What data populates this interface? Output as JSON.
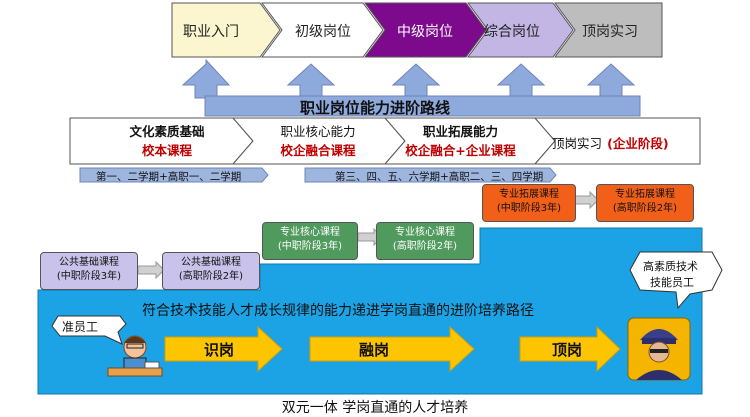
{
  "career_path": {
    "steps": [
      "职业入门",
      "初级岗位",
      "中级岗位",
      "综合岗位",
      "顶岗实习"
    ],
    "title": "职业岗位能力进阶路线"
  },
  "stages": [
    {
      "line1": "文化素质基础",
      "line2": "校本课程"
    },
    {
      "line1": "职业核心能力",
      "line2": "校企融合课程"
    },
    {
      "line1": "职业拓展能力",
      "line2": "校企融合+企业课程"
    },
    {
      "line1": "顶岗实习",
      "line2": "(企业阶段)"
    }
  ],
  "terms": {
    "left": "第一、二学期+高职一、二学期",
    "right": "第三、四、五、六学期+高职二、三、四学期"
  },
  "courses": {
    "public_basic_sec": {
      "name": "公共基础课程",
      "stage": "(中职阶段3年)"
    },
    "public_basic_high": {
      "name": "公共基础课程",
      "stage": "(高职阶段2年)"
    },
    "core_sec": {
      "name": "专业核心课程",
      "stage": "(中职阶段3年)"
    },
    "core_high": {
      "name": "专业核心课程",
      "stage": "(高职阶段2年)"
    },
    "ext_sec": {
      "name": "专业拓展课程",
      "stage": "(中职阶段3年)"
    },
    "ext_high": {
      "name": "专业拓展课程",
      "stage": "(高职阶段2年)"
    }
  },
  "main": {
    "banner": "符合技术技能人才成长规律的能力递进学岗直通的进阶培养路径",
    "start_label": "准员工",
    "end_label_1": "高素质技术",
    "end_label_2": "技能员工",
    "arrows": [
      "识岗",
      "融岗",
      "顶岗"
    ]
  },
  "caption": "双元一体 学岗直通的人才培养",
  "colors": {
    "blue": "#1ba3e6",
    "purple": "#7d0a8c",
    "lavender": "#c3b6e4",
    "cream": "#fbf6cf",
    "gray": "#bdbdbd",
    "arrow_blue": "#8ea9dc",
    "yellow": "#fcc500",
    "orange": "#f25f19",
    "green": "#3a8b4a"
  }
}
